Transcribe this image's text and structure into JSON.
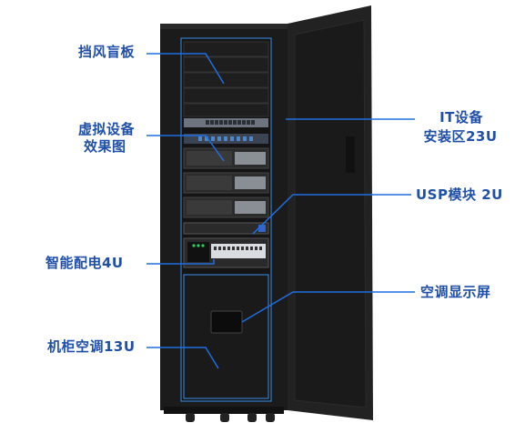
{
  "colors": {
    "accent": "#1f4fa8",
    "callout_line": "#1e6fe0",
    "cabinet": "#1c1c1c",
    "door": "#202020",
    "rail": "#3a8ee8"
  },
  "labels": {
    "blanking_panel": "挡风盲板",
    "virtual_equipment_line1": "虚拟设备",
    "virtual_equipment_line2": "效果图",
    "pdu": "智能配电4U",
    "cabinet_ac": "机柜空调13U",
    "it_zone_line1": "IT设备",
    "it_zone_line2": "安装区23U",
    "ups": "USP模块 2U",
    "ac_display": "空调显示屏"
  }
}
